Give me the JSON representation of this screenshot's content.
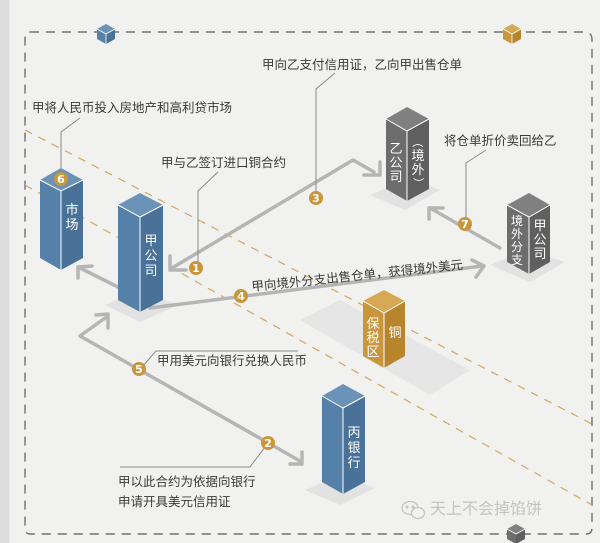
{
  "colors": {
    "blue": "#5580a8",
    "blue_top": "#6b93b8",
    "blue_dark": "#4a7299",
    "gray": "#6d6d6d",
    "gray_top": "#808080",
    "gray_dark": "#5f5f5f",
    "gold": "#c9963c",
    "gold_top": "#d7a955",
    "gold_dark": "#b8852d",
    "arrow": "#b5b5b5",
    "dashed_border": "#707070",
    "dashed_gold": "#d6a65e",
    "background": "#f1f1f0"
  },
  "buildings": {
    "market": {
      "label": [
        "市",
        "场"
      ],
      "badge": "6"
    },
    "company_a": {
      "label": [
        "甲",
        "公",
        "司"
      ]
    },
    "company_b": {
      "label_left": [
        "乙",
        "公",
        "司"
      ],
      "label_right": [
        "（",
        "境",
        "外",
        "）"
      ]
    },
    "branch": {
      "label_left": [
        "境",
        "外",
        "分",
        "支"
      ],
      "label_right": [
        "甲",
        "公",
        "司"
      ]
    },
    "bonded": {
      "label_left": [
        "保",
        "税",
        "区"
      ],
      "label_right": [
        "铜"
      ]
    },
    "bank": {
      "label": [
        "丙",
        "银",
        "行"
      ]
    }
  },
  "steps": [
    {
      "num": "1",
      "text": "甲与乙签订进口铜合约"
    },
    {
      "num": "2",
      "text_lines": [
        "甲以此合约为依据向银行",
        "申请开具美元信用证"
      ]
    },
    {
      "num": "3",
      "text": "甲向乙支付信用证，乙向甲出售仓单"
    },
    {
      "num": "4",
      "text": "甲向境外分支出售仓单，获得境外美元"
    },
    {
      "num": "5",
      "text": "甲用美元向银行兑换人民币"
    },
    {
      "num": "6",
      "text": "甲将人民币投入房地产和高利贷市场"
    },
    {
      "num": "7",
      "text": "将仓单折价卖回给乙"
    }
  ],
  "watermark": {
    "icon": "wechat-icon",
    "text": "天上不会掉馅饼"
  }
}
